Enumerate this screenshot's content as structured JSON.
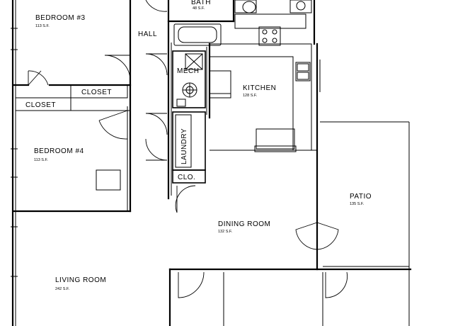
{
  "rooms": {
    "bath": {
      "name": "BATH",
      "area": "48 S.F."
    },
    "bed3": {
      "name": "BEDROOM #3",
      "area": "113 S.F."
    },
    "hall": {
      "name": "HALL"
    },
    "mech": {
      "name": "MECH"
    },
    "kitchen": {
      "name": "KITCHEN",
      "area": "128 S.F."
    },
    "closet1": {
      "name": "CLOSET"
    },
    "closet2": {
      "name": "CLOSET"
    },
    "bed4": {
      "name": "BEDROOM #4",
      "area": "113 S.F."
    },
    "laundry": {
      "name": "LAUNDRY"
    },
    "clo": {
      "name": "CLO."
    },
    "patio": {
      "name": "PATIO",
      "area": "135 S.F."
    },
    "dining": {
      "name": "DINING ROOM",
      "area": "132 S.F."
    },
    "living": {
      "name": "LIVING ROOM",
      "area": "242 S.F."
    }
  }
}
